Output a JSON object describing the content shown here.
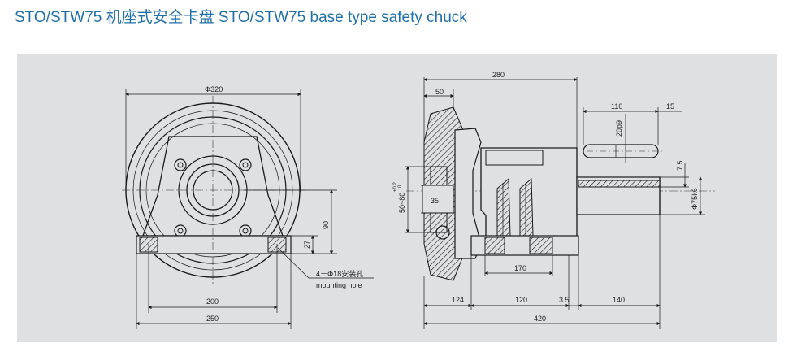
{
  "title": "STO/STW75 机座式安全卡盘 STO/STW75 base type safety chuck",
  "front_view": {
    "dia_label": "Φ320",
    "width_inner": "200",
    "width_outer": "250",
    "height_90": "90",
    "height_27": "27",
    "hole_label_cn": "4－Φ18安装孔",
    "hole_label_en": "mounting hole"
  },
  "side_view": {
    "overall_top": "280",
    "flange_50": "50",
    "shaft_110": "110",
    "key_15": "15",
    "key_dia": "20p9",
    "key_depth": "7.5",
    "shaft_dia": "Φ75k6",
    "jaw_35": "35",
    "range": "50~80",
    "tol_upper": "+0.2",
    "tol_lower": "0",
    "base_170": "170",
    "seg_124": "124",
    "seg_120": "120",
    "seg_35b": "3.5",
    "seg_140": "140",
    "overall_bottom": "420"
  }
}
